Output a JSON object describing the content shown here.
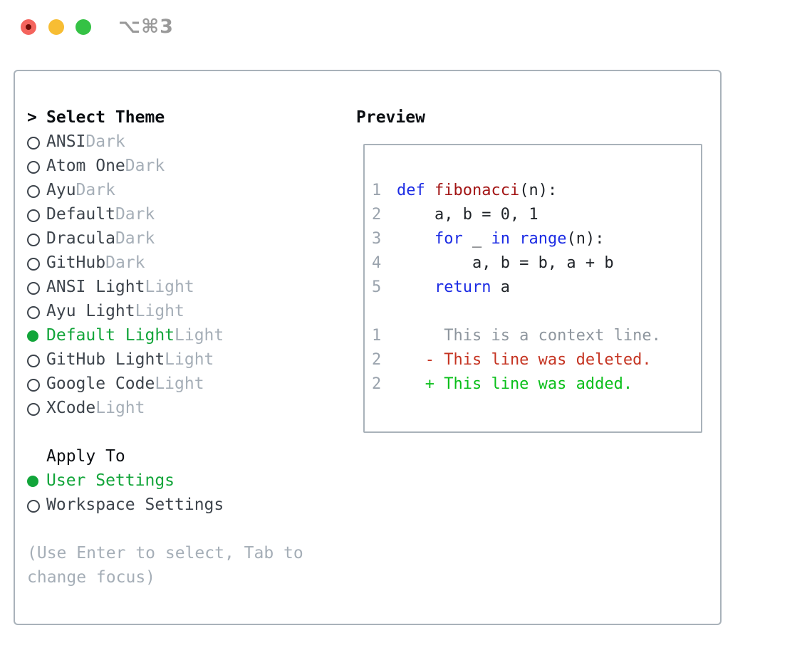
{
  "window": {
    "title": "⌥⌘3"
  },
  "icons": {
    "prompt_icon": ">",
    "radio_unselected_icon": "○",
    "radio_selected_icon": "●"
  },
  "colors": {
    "accent_green": "#12a53a",
    "keyword_blue": "#1b2be4",
    "function_red": "#a31515",
    "diff_deleted_red": "#c53422",
    "diff_added_green": "#0abf1a",
    "muted_gray": "#a5aeb7",
    "list_text": "#3d444c",
    "border_gray": "#a9b2ba",
    "traffic_red": "#f4645d",
    "traffic_yellow": "#f7bd33",
    "traffic_green": "#35c245"
  },
  "theme_list": {
    "header": {
      "prompt": ">",
      "label": "Select Theme"
    },
    "items": [
      {
        "name": "ANSI",
        "variant": "Dark",
        "selected": false
      },
      {
        "name": "Atom One",
        "variant": "Dark",
        "selected": false
      },
      {
        "name": "Ayu",
        "variant": "Dark",
        "selected": false
      },
      {
        "name": "Default",
        "variant": "Dark",
        "selected": false
      },
      {
        "name": "Dracula",
        "variant": "Dark",
        "selected": false
      },
      {
        "name": "GitHub",
        "variant": "Dark",
        "selected": false
      },
      {
        "name": "ANSI Light",
        "variant": "Light",
        "selected": false
      },
      {
        "name": "Ayu Light",
        "variant": "Light",
        "selected": false
      },
      {
        "name": "Default Light",
        "variant": "Light",
        "selected": true
      },
      {
        "name": "GitHub Light",
        "variant": "Light",
        "selected": false
      },
      {
        "name": "Google Code",
        "variant": "Light",
        "selected": false
      },
      {
        "name": "XCode",
        "variant": "Light",
        "selected": false
      }
    ]
  },
  "apply_to": {
    "label": "Apply To",
    "options": [
      {
        "label": "User Settings",
        "selected": true
      },
      {
        "label": "Workspace Settings",
        "selected": false
      }
    ]
  },
  "help": {
    "text": "(Use Enter to select, Tab to change focus)"
  },
  "preview": {
    "title": "Preview",
    "code_lines": [
      {
        "num": "1",
        "tokens": [
          {
            "t": "def ",
            "c": "kw"
          },
          {
            "t": "fibonacci",
            "c": "fn"
          },
          {
            "t": "(n):",
            "c": "pl"
          }
        ]
      },
      {
        "num": "2",
        "tokens": [
          {
            "t": "    a, b = 0, 1",
            "c": "pl"
          }
        ]
      },
      {
        "num": "3",
        "tokens": [
          {
            "t": "    ",
            "c": "pl"
          },
          {
            "t": "for",
            "c": "kw"
          },
          {
            "t": " _ ",
            "c": "pl"
          },
          {
            "t": "in",
            "c": "kw"
          },
          {
            "t": " ",
            "c": "pl"
          },
          {
            "t": "range",
            "c": "kw"
          },
          {
            "t": "(n):",
            "c": "pl"
          }
        ]
      },
      {
        "num": "4",
        "tokens": [
          {
            "t": "        a, b = b, a + b",
            "c": "pl"
          }
        ]
      },
      {
        "num": "5",
        "tokens": [
          {
            "t": "    ",
            "c": "pl"
          },
          {
            "t": "return",
            "c": "kw"
          },
          {
            "t": " a",
            "c": "pl"
          }
        ]
      }
    ],
    "diff_lines": [
      {
        "num": "1",
        "type": "context",
        "text": "     This is a context line."
      },
      {
        "num": "2",
        "type": "deleted",
        "text": "   - This line was deleted."
      },
      {
        "num": "2",
        "type": "added",
        "text": "   + This line was added."
      }
    ]
  }
}
